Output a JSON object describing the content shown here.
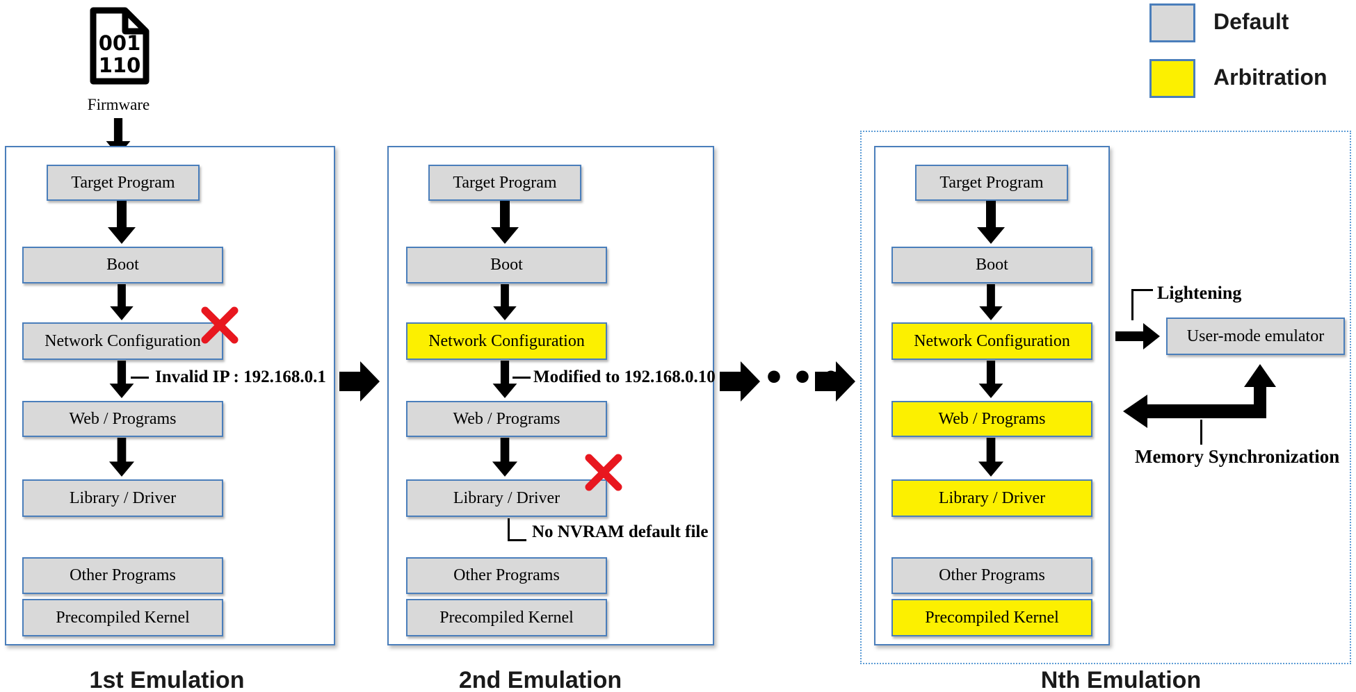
{
  "legend": {
    "default_label": "Default",
    "arbitration_label": "Arbitration"
  },
  "firmware": {
    "line1": "001",
    "line2": "110",
    "label": "Firmware"
  },
  "flow": {
    "ellipsis": "•••"
  },
  "panels": [
    {
      "title": "1st Emulation",
      "boxes": [
        {
          "label": "Target Program",
          "variant": "default"
        },
        {
          "label": "Boot",
          "variant": "default"
        },
        {
          "label": "Network Configuration",
          "variant": "default",
          "error": true
        },
        {
          "label": "Web / Programs",
          "variant": "default"
        },
        {
          "label": "Library / Driver",
          "variant": "default"
        },
        {
          "label": "Other Programs",
          "variant": "default"
        },
        {
          "label": "Precompiled Kernel",
          "variant": "default"
        }
      ],
      "annotation_invalid_ip": "Invalid IP : 192.168.0.1"
    },
    {
      "title": "2nd Emulation",
      "boxes": [
        {
          "label": "Target Program",
          "variant": "default"
        },
        {
          "label": "Boot",
          "variant": "default"
        },
        {
          "label": "Network Configuration",
          "variant": "arbitration"
        },
        {
          "label": "Web / Programs",
          "variant": "default"
        },
        {
          "label": "Library / Driver",
          "variant": "default",
          "error": true
        },
        {
          "label": "Other Programs",
          "variant": "default"
        },
        {
          "label": "Precompiled Kernel",
          "variant": "default"
        }
      ],
      "annotation_modified": "Modified to 192.168.0.10",
      "annotation_nvram": "No NVRAM default file"
    },
    {
      "title": "Nth Emulation",
      "boxes": [
        {
          "label": "Target Program",
          "variant": "default"
        },
        {
          "label": "Boot",
          "variant": "default"
        },
        {
          "label": "Network Configuration",
          "variant": "arbitration"
        },
        {
          "label": "Web / Programs",
          "variant": "arbitration"
        },
        {
          "label": "Library / Driver",
          "variant": "arbitration"
        },
        {
          "label": "Other Programs",
          "variant": "default"
        },
        {
          "label": "Precompiled Kernel",
          "variant": "arbitration"
        }
      ]
    }
  ],
  "right_side": {
    "lightening": "Lightening",
    "emulator": "User-mode emulator",
    "memory_sync": "Memory Synchronization"
  },
  "colors": {
    "default_fill": "#d9d9d9",
    "arbitration_fill": "#fcf000",
    "panel_border": "#4a7ebb",
    "dotted_border": "#5b9bd5",
    "error_red": "#e8171f",
    "arrow_black": "#000000"
  }
}
